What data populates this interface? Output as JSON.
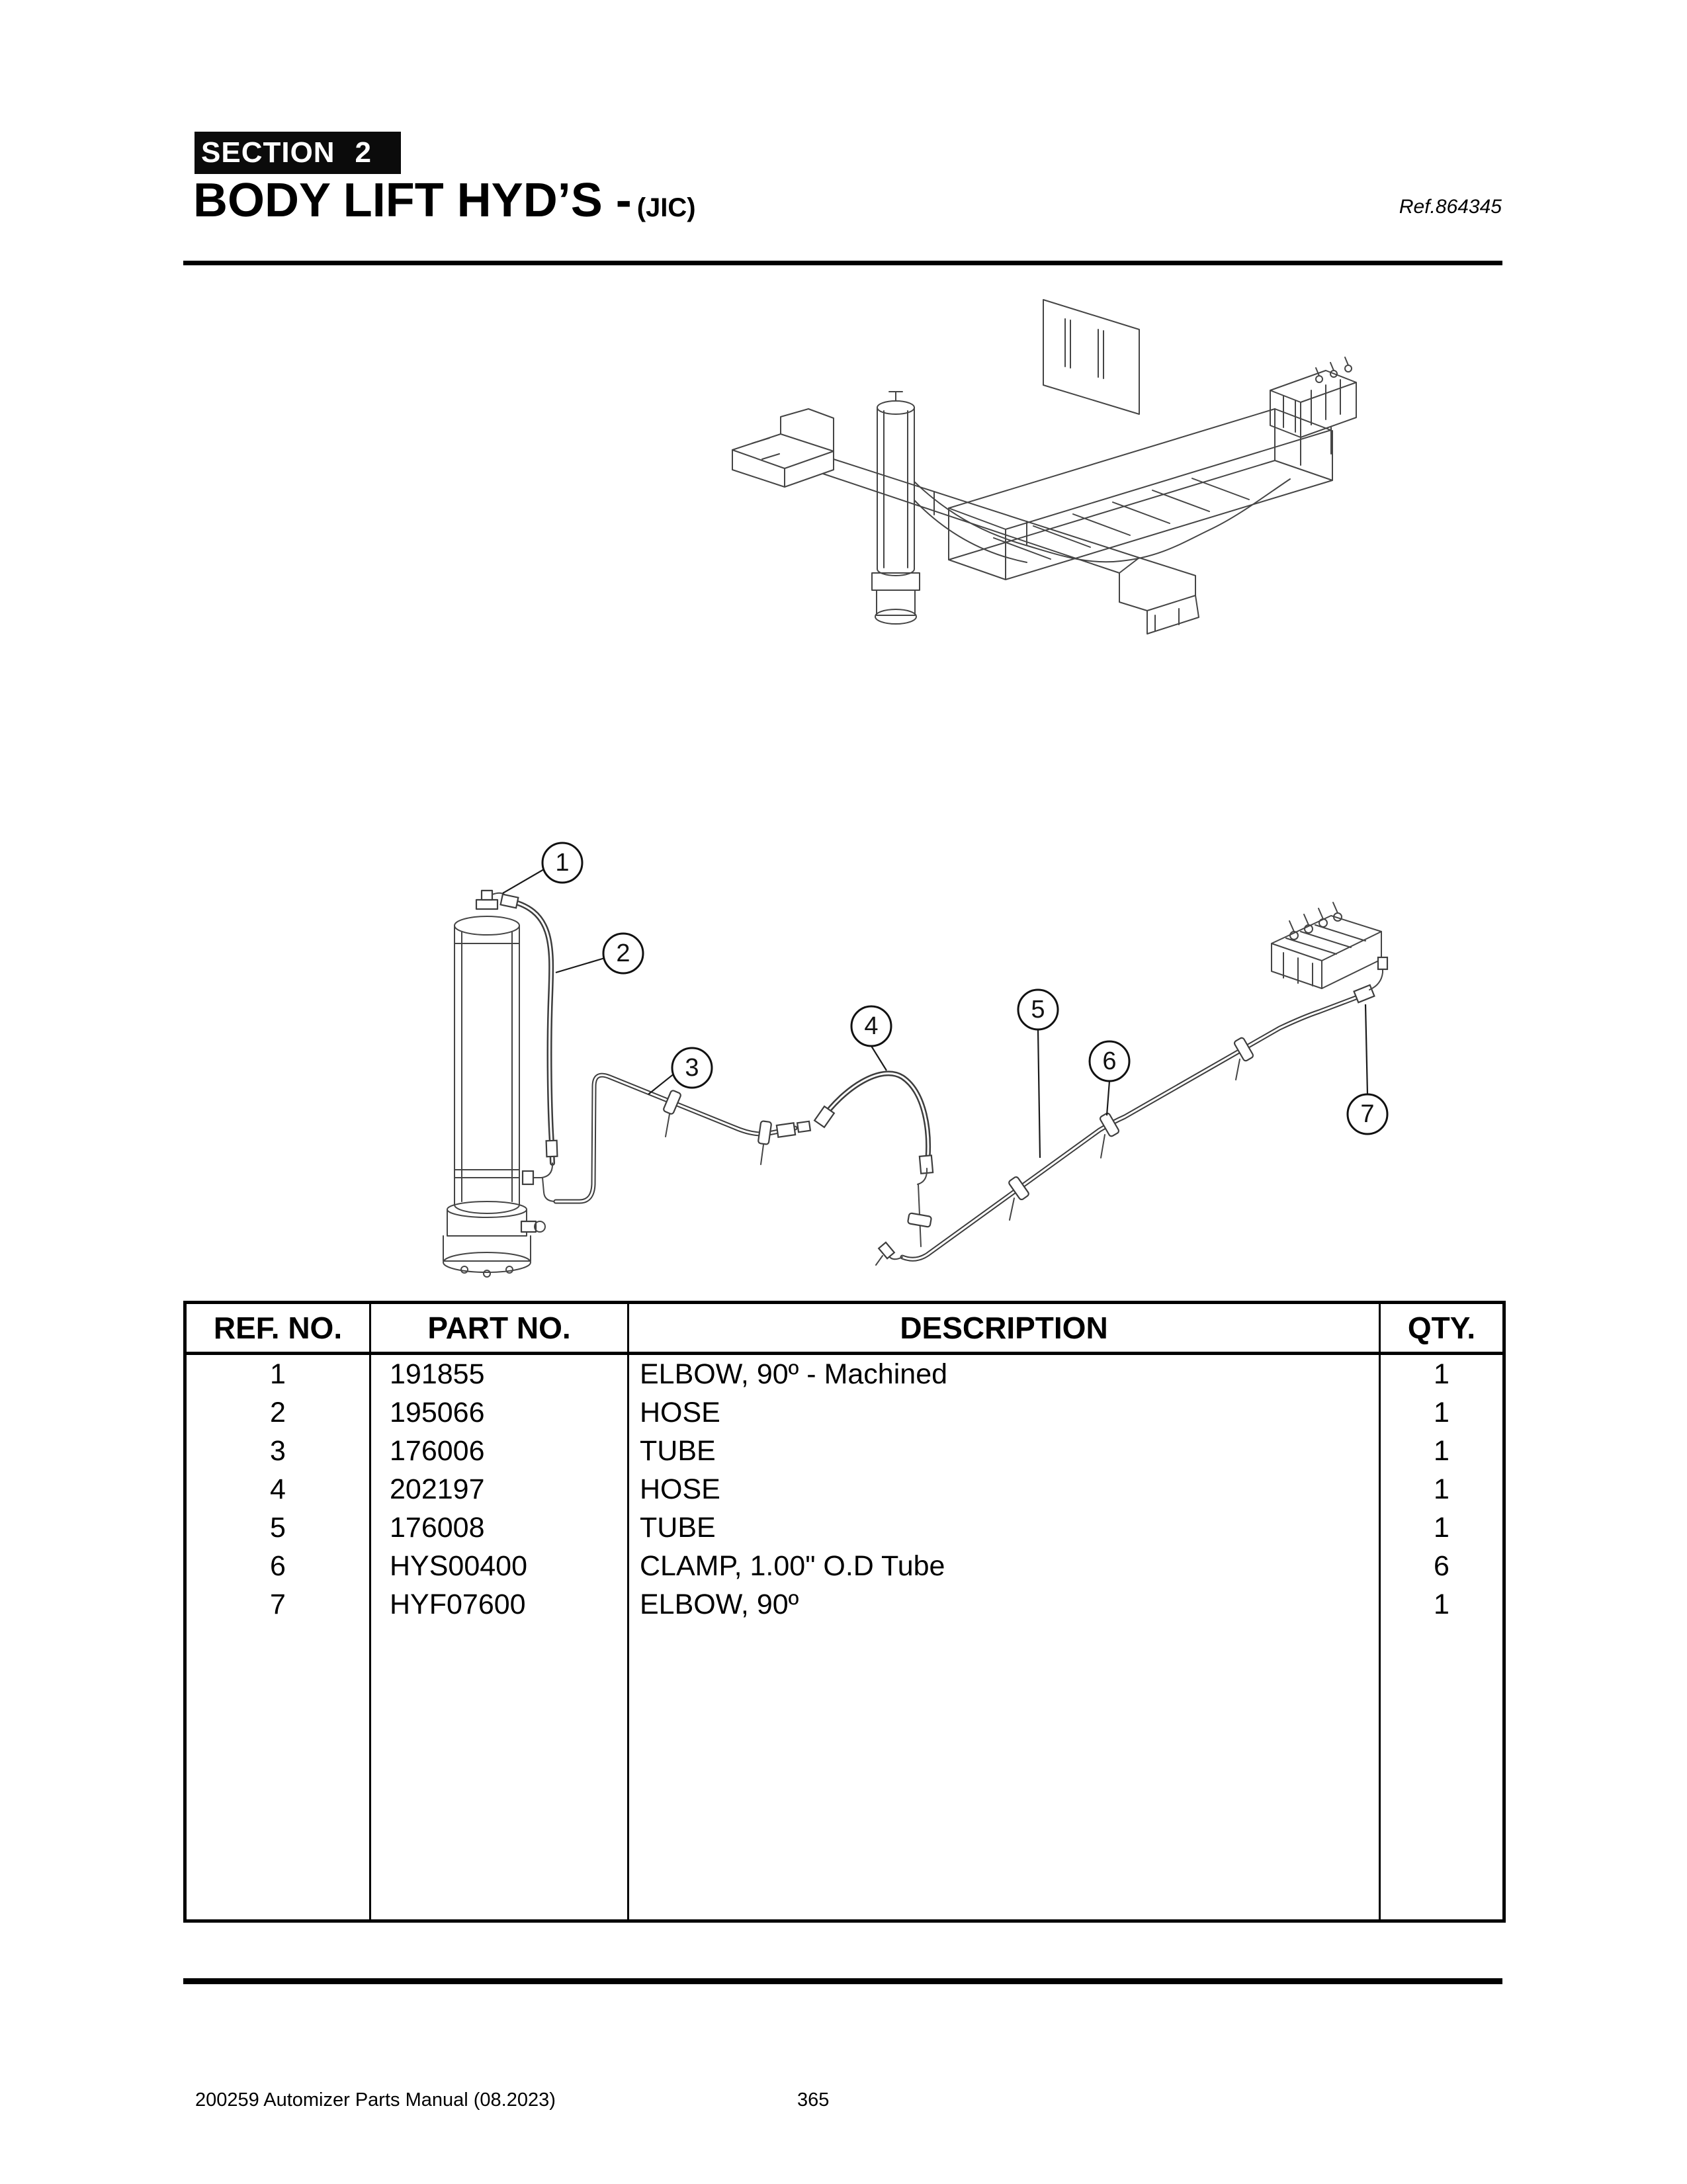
{
  "header": {
    "section_label": "SECTION",
    "section_number": "2",
    "title": "BODY LIFT HYD’S -",
    "title_suffix": "(JIC)",
    "ref": "Ref.864345"
  },
  "diagram": {
    "callouts": [
      "1",
      "2",
      "3",
      "4",
      "5",
      "6",
      "7"
    ]
  },
  "table": {
    "headers": [
      "REF. NO.",
      "PART NO.",
      "DESCRIPTION",
      "QTY."
    ],
    "rows": [
      {
        "ref": "1",
        "part": "191855",
        "desc": "ELBOW, 90º - Machined",
        "qty": "1"
      },
      {
        "ref": "2",
        "part": "195066",
        "desc": "HOSE",
        "qty": "1"
      },
      {
        "ref": "3",
        "part": "176006",
        "desc": "TUBE",
        "qty": "1"
      },
      {
        "ref": "4",
        "part": "202197",
        "desc": "HOSE",
        "qty": "1"
      },
      {
        "ref": "5",
        "part": "176008",
        "desc": "TUBE",
        "qty": "1"
      },
      {
        "ref": "6",
        "part": "HYS00400",
        "desc": "CLAMP, 1.00\" O.D Tube",
        "qty": "6"
      },
      {
        "ref": "7",
        "part": "HYF07600",
        "desc": "ELBOW, 90º",
        "qty": "1"
      }
    ]
  },
  "footer": {
    "left": "200259 Automizer Parts Manual (08.2023)",
    "page": "365"
  }
}
